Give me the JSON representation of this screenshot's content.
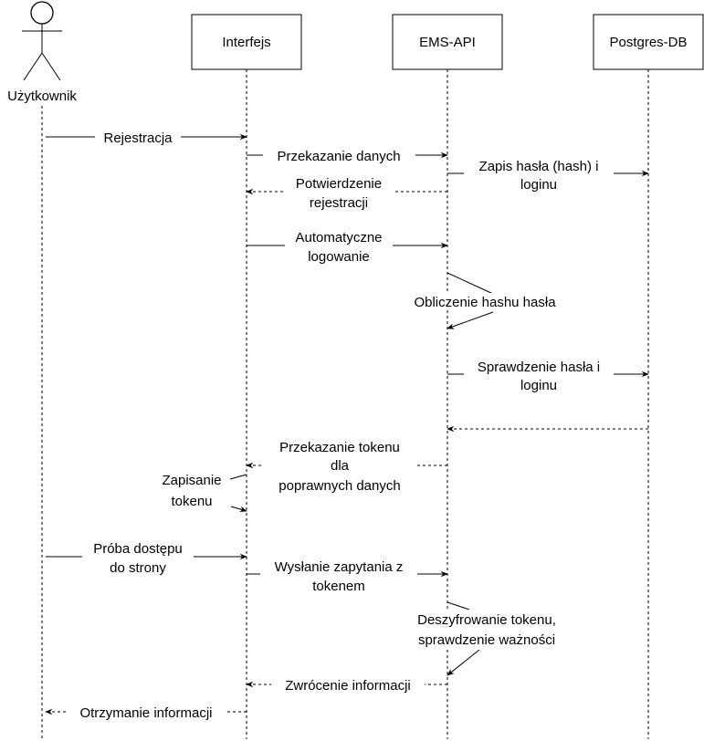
{
  "actor": {
    "label": "Użytkownik"
  },
  "participants": [
    "Interfejs",
    "EMS-API",
    "Postgres-DB"
  ],
  "messages": [
    {
      "lines": [
        "Rejestracja"
      ]
    },
    {
      "lines": [
        "Przekazanie danych"
      ]
    },
    {
      "lines": [
        "Zapis hasła (hash) i",
        "loginu"
      ]
    },
    {
      "lines": [
        "Potwierdzenie",
        "rejestracji"
      ]
    },
    {
      "lines": [
        "Automatyczne",
        "logowanie"
      ]
    },
    {
      "lines": [
        "Obliczenie hashu hasła"
      ]
    },
    {
      "lines": [
        "Sprawdzenie hasła i",
        "loginu"
      ]
    },
    {
      "lines": []
    },
    {
      "lines": [
        "Przekazanie tokenu",
        "dla",
        "poprawnych danych"
      ]
    },
    {
      "lines": [
        "Zapisanie",
        "tokenu"
      ]
    },
    {
      "lines": [
        "Próba dostępu",
        "do strony"
      ]
    },
    {
      "lines": [
        "Wysłanie zapytania z",
        "tokenem"
      ]
    },
    {
      "lines": [
        "Deszyfrowanie tokenu,",
        "sprawdzenie ważności"
      ]
    },
    {
      "lines": [
        "Zwrócenie informacji"
      ]
    },
    {
      "lines": [
        "Otrzymanie informacji"
      ]
    }
  ]
}
